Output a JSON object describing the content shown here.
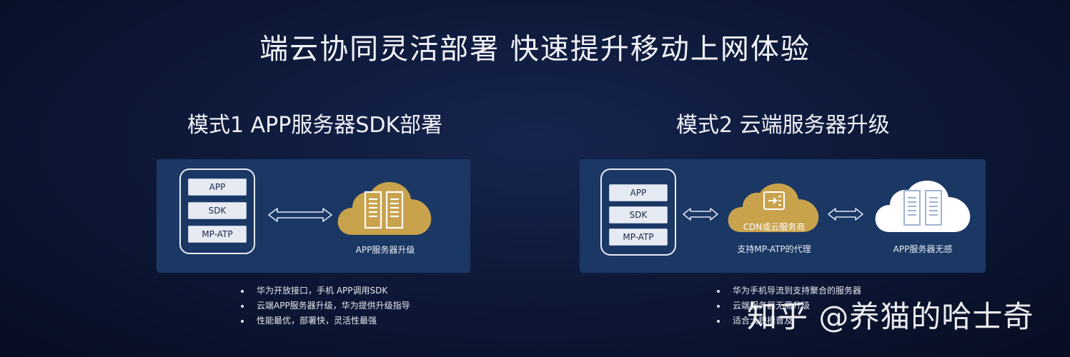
{
  "title": "端云协同灵活部署 快速提升移动上网体验",
  "mode1": {
    "title": "模式1 APP服务器SDK部署",
    "stack": [
      "APP",
      "SDK",
      "MP-ATP"
    ],
    "server_caption": "APP服务器升级",
    "bullets": [
      "华为开放接口，手机 APP调用SDK",
      "云端APP服务器升级，华为提供升级指导",
      "性能最优，部署快，灵活性最强"
    ]
  },
  "mode2": {
    "title": "模式2 云端服务器升级",
    "stack": [
      "APP",
      "SDK",
      "MP-ATP"
    ],
    "cdn_label": "CDN或云服务商",
    "cdn_caption": "支持MP-ATP的代理",
    "server_caption": "APP服务器无感",
    "bullets": [
      "华为手机导流到支持聚合的服务器",
      "云端服务器无需升级",
      "适合大规模普及"
    ]
  },
  "watermark": "知乎 @养猫的哈士奇",
  "colors": {
    "background": "#0d1735",
    "panel": "#1b3764",
    "gold_cloud": "#c9a24c",
    "white_cloud": "#ffffff"
  },
  "icons": [
    "double-arrow-icon",
    "server-icon",
    "cloud-icon",
    "proxy-icon"
  ]
}
